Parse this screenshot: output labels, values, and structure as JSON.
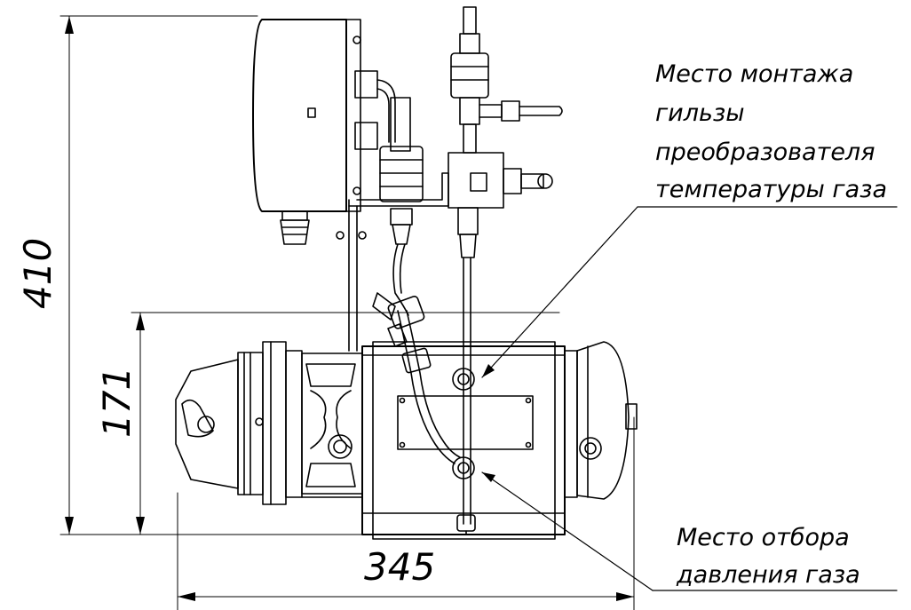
{
  "dimensions": {
    "overall_height": "410",
    "body_height": "171",
    "overall_width": "345"
  },
  "callouts": {
    "temperature_sleeve": {
      "line1": "Место монтажа",
      "line2": "гильзы",
      "line3": "преобразователя",
      "line4": "температуры газа"
    },
    "pressure_tap": {
      "line1": "Место отбора",
      "line2": "давления газа"
    }
  },
  "colors": {
    "ink": "#000000",
    "paper": "#ffffff"
  }
}
